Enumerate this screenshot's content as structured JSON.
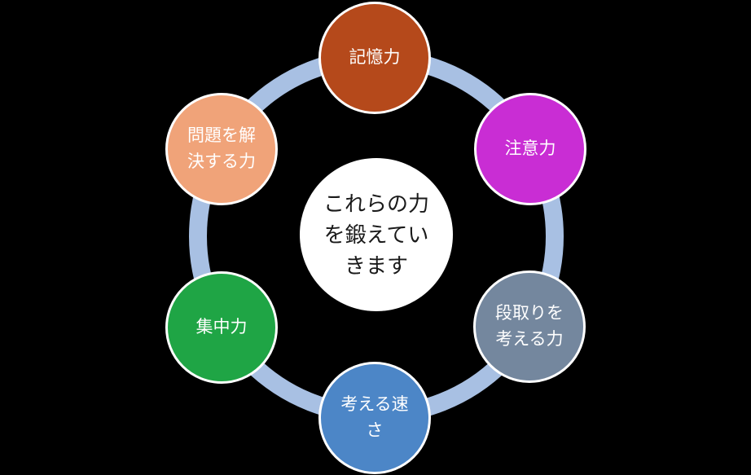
{
  "diagram": {
    "background_color": "#000000",
    "ring_color": "#A8C0E3",
    "center": {
      "label_lines": [
        "これらの力",
        "を鍛えてい",
        "きます"
      ],
      "background_color": "#FFFFFF",
      "text_color": "#1A1A1A"
    },
    "nodes": [
      {
        "id": "memory",
        "label_lines": [
          "記憶力"
        ],
        "color": "#B5491B"
      },
      {
        "id": "attention",
        "label_lines": [
          "注意力"
        ],
        "color": "#C92DD4"
      },
      {
        "id": "planning",
        "label_lines": [
          "段取りを",
          "考える力"
        ],
        "color": "#74879E"
      },
      {
        "id": "thinking-speed",
        "label_lines": [
          "考える速",
          "さ"
        ],
        "color": "#4C86C7"
      },
      {
        "id": "concentration",
        "label_lines": [
          "集中力"
        ],
        "color": "#1FA545"
      },
      {
        "id": "problem-solving",
        "label_lines": [
          "問題を解",
          "決する力"
        ],
        "color": "#F0A379"
      }
    ]
  }
}
